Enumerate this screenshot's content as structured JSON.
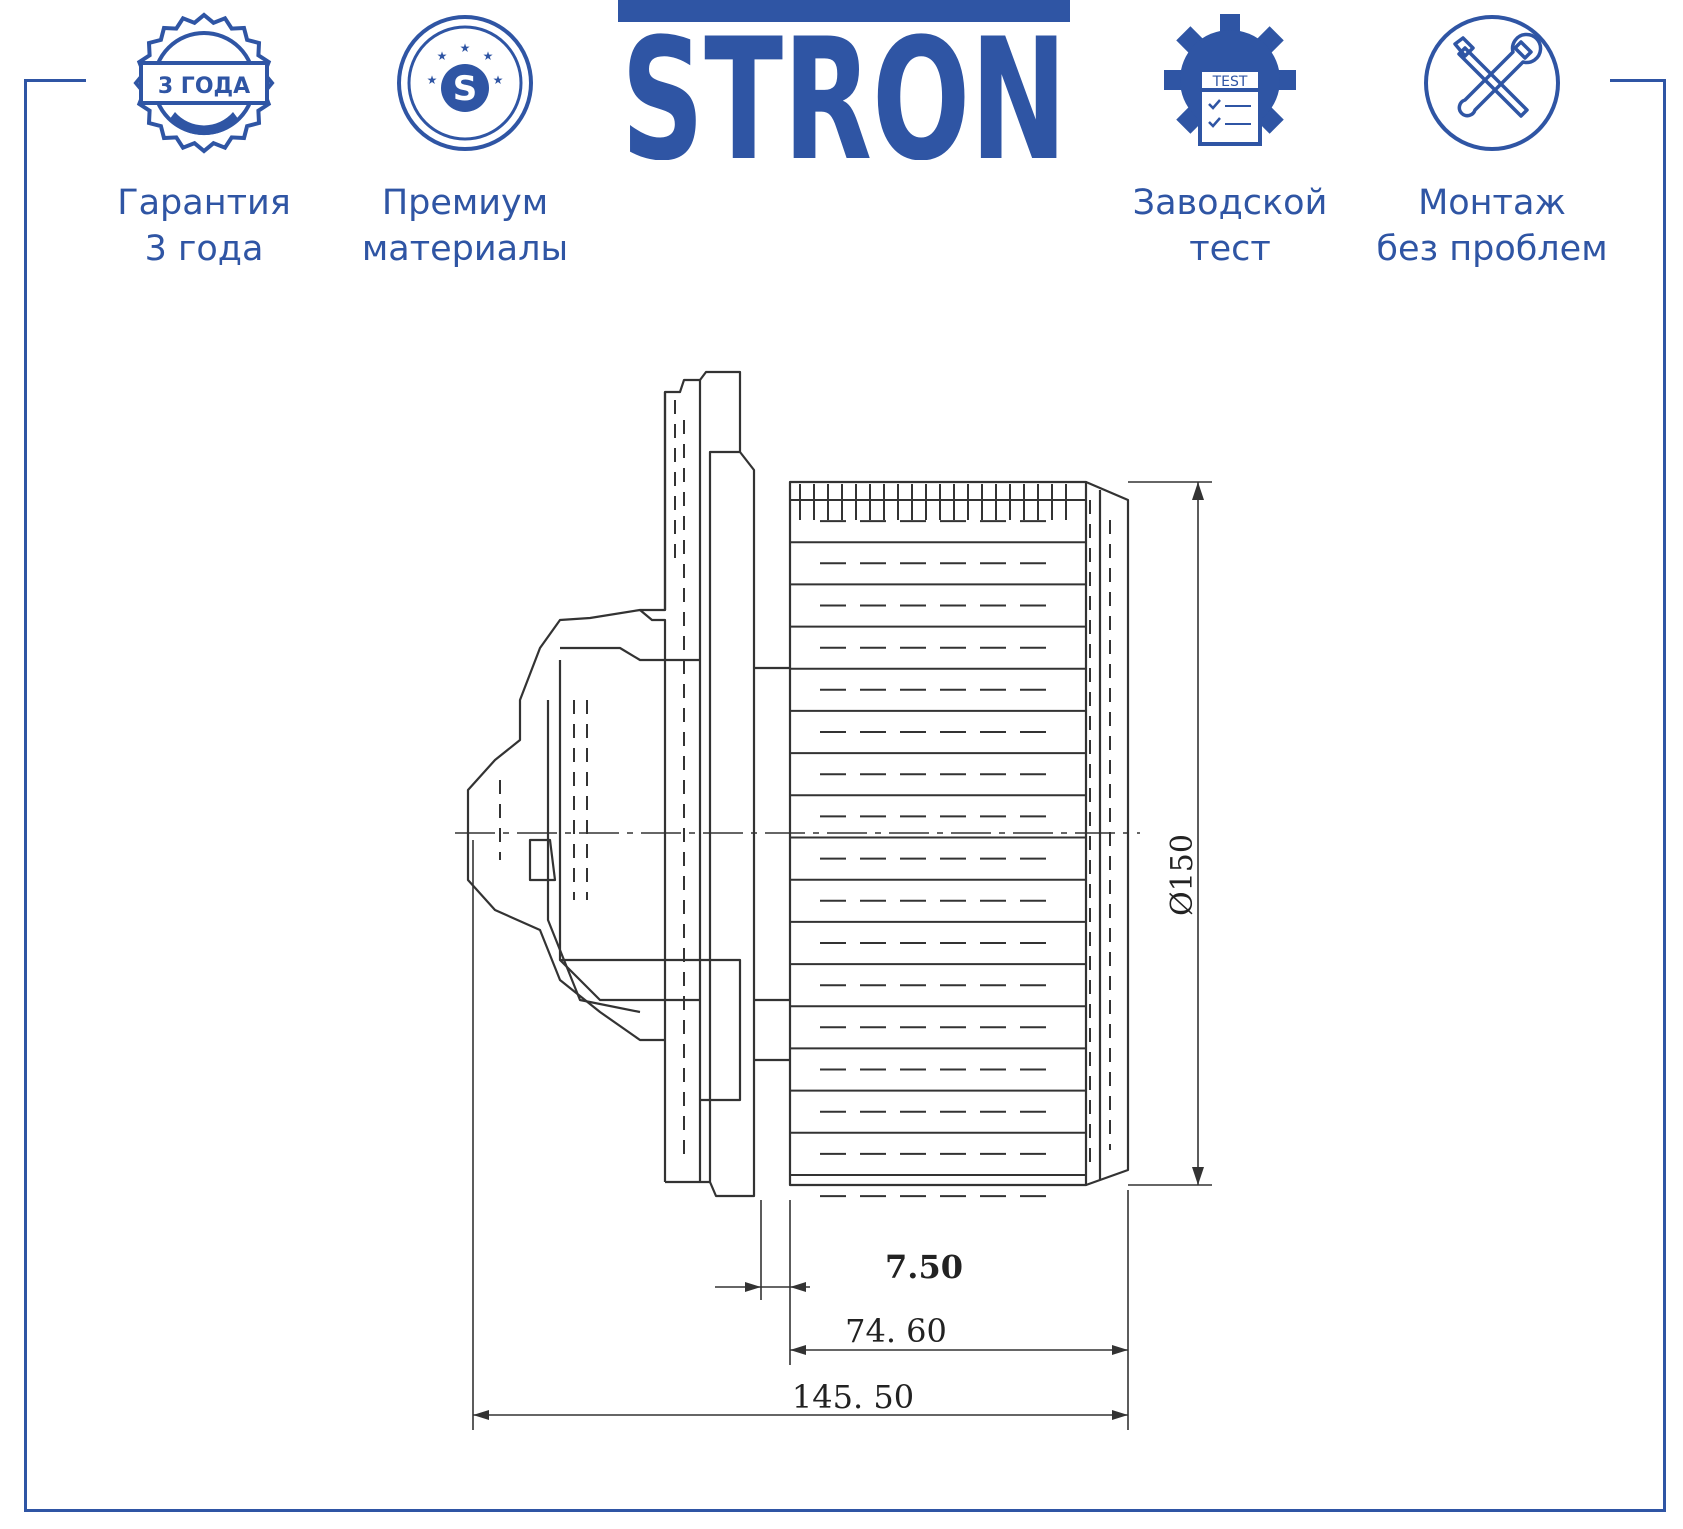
{
  "brand": {
    "name": "STRON",
    "color": "#2f55a4"
  },
  "badges": [
    {
      "icon": "warranty-seal-icon",
      "icon_text": "3 ГОДА",
      "label": "Гарантия\n3 года"
    },
    {
      "icon": "premium-s-icon",
      "icon_text": "S",
      "label": "Премиум\nматериалы"
    },
    {
      "icon": "factory-test-icon",
      "icon_text": "TEST",
      "label": "Заводской\nтест"
    },
    {
      "icon": "tools-icon",
      "icon_text": "",
      "label": "Монтаж\nбез проблем"
    }
  ],
  "drawing": {
    "subject": "blower-motor",
    "dimensions": {
      "diameter": "Ø150",
      "gap": "7.50",
      "wheel_width": "74. 60",
      "overall_width": "145. 50"
    }
  }
}
